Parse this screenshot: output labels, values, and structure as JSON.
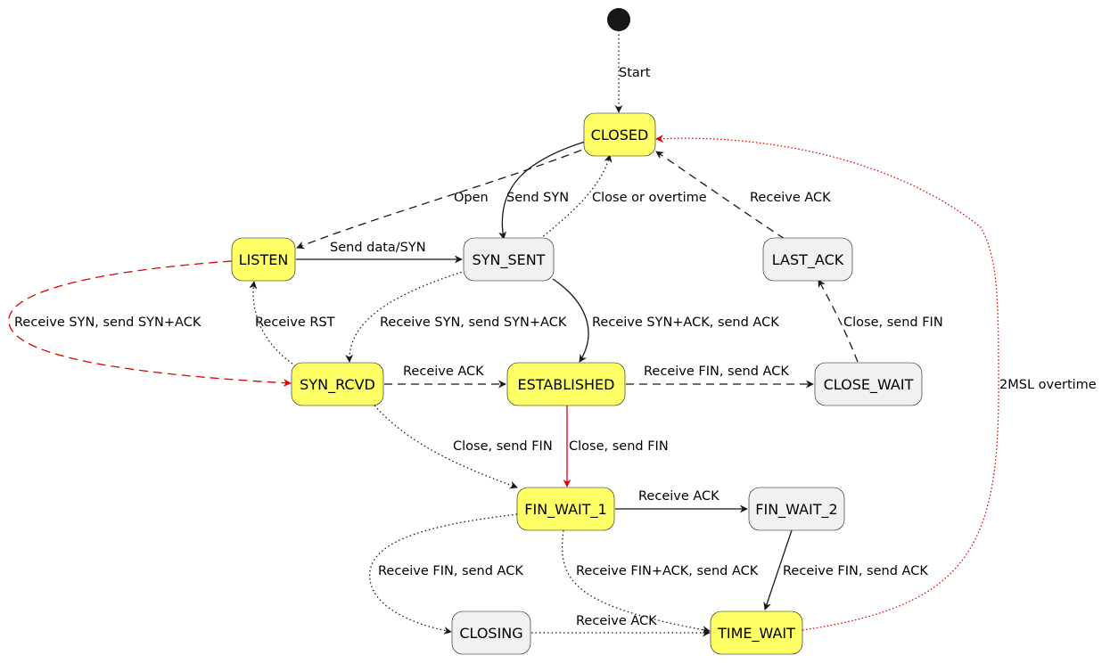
{
  "colors": {
    "highlight": "#FFFF66",
    "plain": "#F1F1F1",
    "line": "#181818",
    "red": "#E00000"
  },
  "states": {
    "closed": "CLOSED",
    "listen": "LISTEN",
    "syn_sent": "SYN_SENT",
    "last_ack": "LAST_ACK",
    "syn_rcvd": "SYN_RCVD",
    "established": "ESTABLISHED",
    "close_wait": "CLOSE_WAIT",
    "fin_wait_1": "FIN_WAIT_1",
    "fin_wait_2": "FIN_WAIT_2",
    "closing": "CLOSING",
    "time_wait": "TIME_WAIT"
  },
  "transitions": {
    "start": "Start",
    "open": "Open",
    "send_syn": "Send SYN",
    "close_or_overtime": "Close or overtime",
    "receive_ack_last": "Receive ACK",
    "send_data_syn": "Send data/SYN",
    "receive_syn_listen": "Receive SYN, send SYN+ACK",
    "receive_rst": "Receive RST",
    "receive_syn_sent": "Receive SYN, send SYN+ACK",
    "receive_synack": "Receive SYN+ACK, send ACK",
    "close_send_fin_cw": "Close, send FIN",
    "receive_ack_rcvd": "Receive ACK",
    "receive_fin_est": "Receive FIN, send ACK",
    "close_send_fin_rcvd": "Close, send FIN",
    "close_send_fin_est": "Close, send FIN",
    "twomsl": "2MSL overtime",
    "receive_ack_fw1": "Receive ACK",
    "receive_fin_fw1": "Receive FIN, send ACK",
    "receive_finack_fw1": "Receive FIN+ACK, send ACK",
    "receive_fin_fw2": "Receive FIN, send ACK",
    "receive_ack_closing": "Receive ACK"
  }
}
